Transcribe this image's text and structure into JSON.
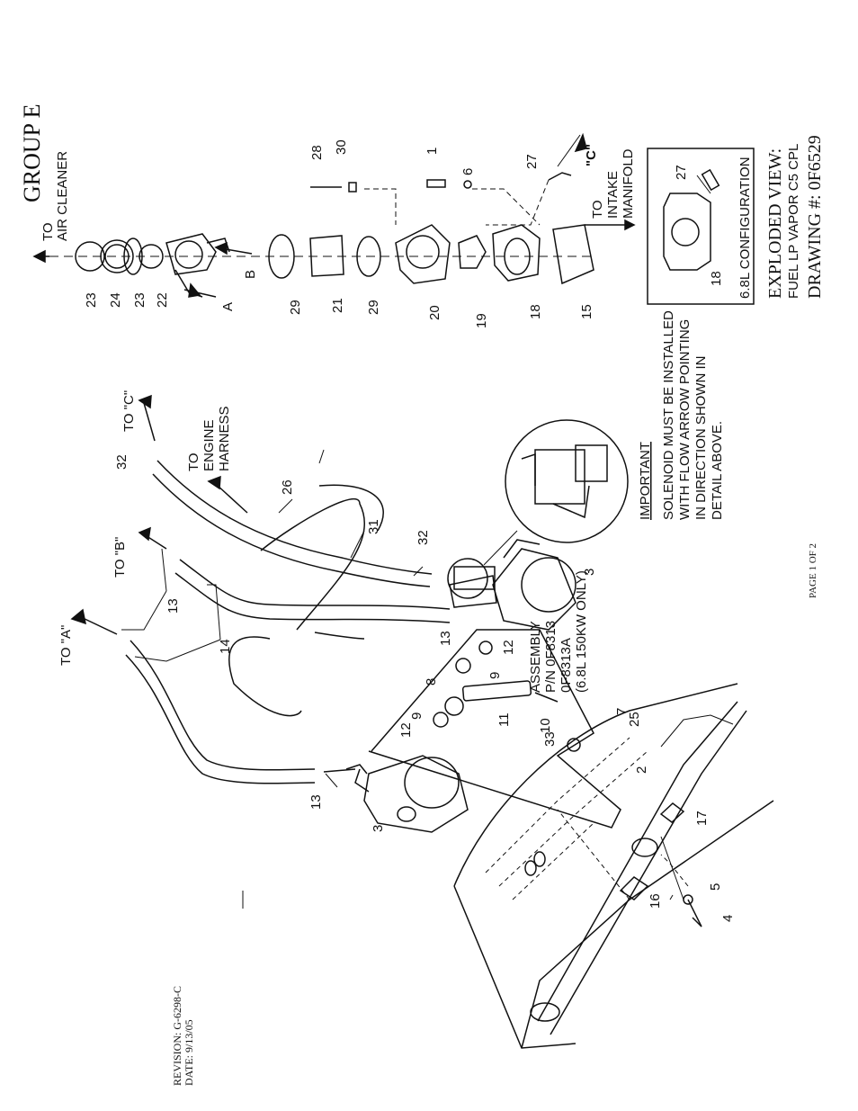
{
  "header": {
    "group": "GROUP E",
    "view_title": "EXPLODED VIEW:",
    "view_subtitle": "FUEL LP VAPOR C5 CPL",
    "drawing": "DRAWING #: 0F6529"
  },
  "footer": {
    "revision": "REVISION: G-6298-C",
    "date": "DATE:  9/13/05",
    "page": "PAGE 1 OF 2"
  },
  "labels": {
    "to_air_cleaner_1": "TO",
    "to_air_cleaner_2": "AIR CLEANER",
    "to_intake_1": "TO",
    "to_intake_2": "INTAKE",
    "to_intake_3": "MANIFOLD",
    "c_quote": "\"C\"",
    "arrow_a": "A",
    "arrow_b": "B",
    "to_a": "TO \"A\"",
    "to_b": "TO \"B\"",
    "to_c": "TO \"C\"",
    "to_engine_1": "TO",
    "to_engine_2": "ENGINE",
    "to_engine_3": "HARNESS",
    "assembly_1": "ASSEMBLY",
    "assembly_2": "P/N 0F8313",
    "assembly_3": "0F8313A",
    "assembly_4": "(6.8L 150KW ONLY)",
    "important": "IMPORTANT",
    "note_1": "SOLENOID MUST BE INSTALLED",
    "note_2": "WITH FLOW ARROW POINTING",
    "note_3": "IN DIRECTION SHOWN IN",
    "note_4": "DETAIL ABOVE.",
    "config": "6.8L CONFIGURATION"
  },
  "callouts": {
    "c1": "1",
    "c2": "2",
    "c3a": "3",
    "c3b": "3",
    "c4": "4",
    "c5": "5",
    "c6": "6",
    "c7": "7",
    "c8": "8",
    "c9a": "9",
    "c9b": "9",
    "c10": "10",
    "c11": "11",
    "c12a": "12",
    "c12b": "12",
    "c13a": "13",
    "c13b": "13",
    "c13c": "13",
    "c14": "14",
    "c15": "15",
    "c16": "16",
    "c17": "17",
    "c18a": "18",
    "c18b": "18",
    "c19": "19",
    "c20": "20",
    "c21": "21",
    "c22": "22",
    "c23a": "23",
    "c23b": "23",
    "c24": "24",
    "c25": "25",
    "c26": "26",
    "c27a": "27",
    "c27b": "27",
    "c28": "28",
    "c29a": "29",
    "c29b": "29",
    "c30": "30",
    "c31": "31",
    "c32a": "32",
    "c32b": "32",
    "c33": "33"
  }
}
